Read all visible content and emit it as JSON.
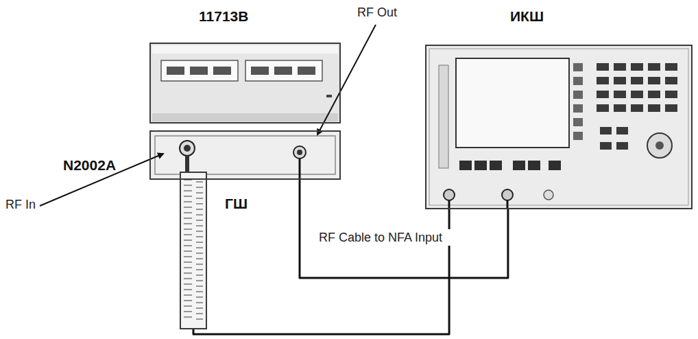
{
  "diagram": {
    "nodes": [
      {
        "text": [
          "11713B"
        ]
      },
      {
        "text": [
          "N2002A"
        ]
      },
      {
        "text": [
          "ИКШ"
        ]
      },
      {
        "text": [
          "ГШ"
        ]
      }
    ],
    "edges": [
      {
        "from": 1,
        "to": 2,
        "label": "RF Cable to NFA Input",
        "arrow": "none"
      },
      {
        "from": 3,
        "to": 2,
        "arrow": "none"
      }
    ],
    "labels": [
      "RF Out",
      "RF In"
    ]
  }
}
